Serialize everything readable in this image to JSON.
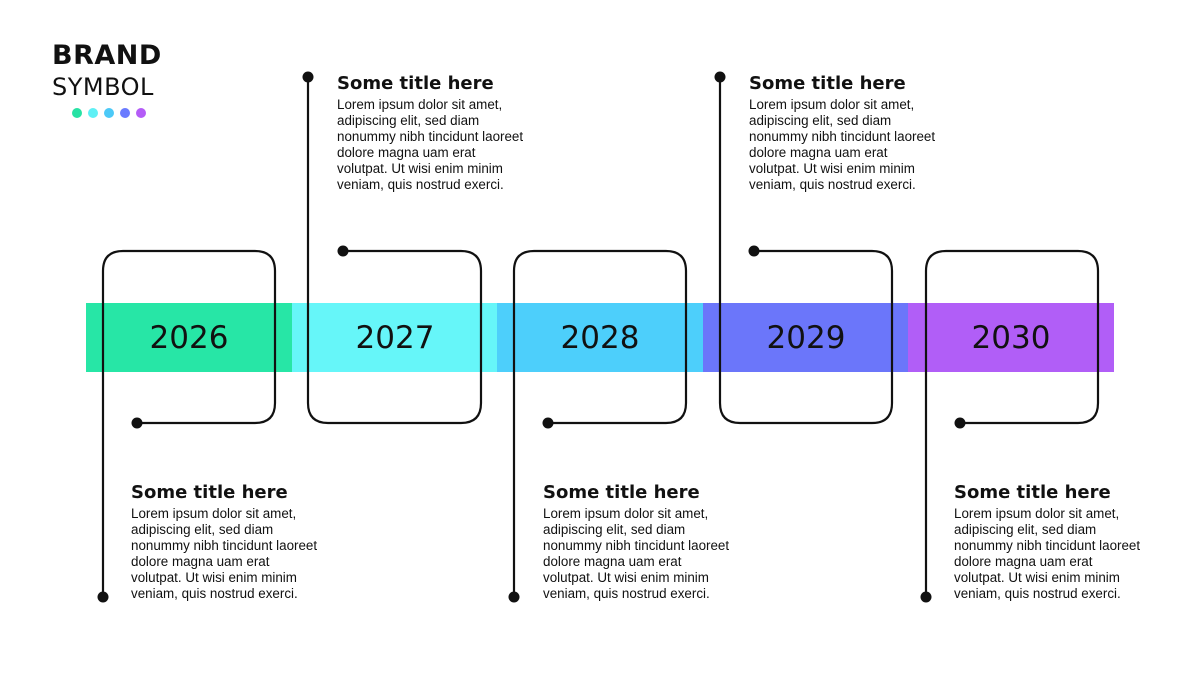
{
  "brand": {
    "line1": "BRAND",
    "line2": "SYMBOL",
    "dot_colors": [
      "#27e2a4",
      "#5ef0f5",
      "#4cc9f7",
      "#6a7bff",
      "#b45cf7"
    ]
  },
  "timeline": {
    "line_color": "#111111",
    "years": [
      {
        "label": "2026",
        "color": "#27e6a6"
      },
      {
        "label": "2027",
        "color": "#66f6f9"
      },
      {
        "label": "2028",
        "color": "#4dcffb"
      },
      {
        "label": "2029",
        "color": "#6b76fa"
      },
      {
        "label": "2030",
        "color": "#b15ef7"
      }
    ],
    "cards": [
      {
        "title": "Some title here",
        "body": "Lorem ipsum dolor sit amet,\nadipiscing elit, sed diam\nnonummy nibh tincidunt laoreet\ndolore magna uam erat\nvolutpat. Ut wisi enim minim\nveniam, quis nostrud exerci."
      },
      {
        "title": "Some title here",
        "body": "Lorem ipsum dolor sit amet,\nadipiscing elit, sed diam\nnonummy nibh tincidunt laoreet\ndolore magna uam erat\nvolutpat. Ut wisi enim minim\nveniam, quis nostrud exerci."
      },
      {
        "title": "Some title here",
        "body": "Lorem ipsum dolor sit amet,\nadipiscing elit, sed diam\nnonummy nibh tincidunt laoreet\ndolore magna uam erat\nvolutpat. Ut wisi enim minim\nveniam, quis nostrud exerci."
      },
      {
        "title": "Some title here",
        "body": "Lorem ipsum dolor sit amet,\nadipiscing elit, sed diam\nnonummy nibh tincidunt laoreet\ndolore magna uam erat\nvolutpat. Ut wisi enim minim\nveniam, quis nostrud exerci."
      },
      {
        "title": "Some title here",
        "body": "Lorem ipsum dolor sit amet,\nadipiscing elit, sed diam\nnonummy nibh tincidunt laoreet\ndolore magna uam erat\nvolutpat. Ut wisi enim minim\nveniam, quis nostrud exerci."
      }
    ]
  }
}
